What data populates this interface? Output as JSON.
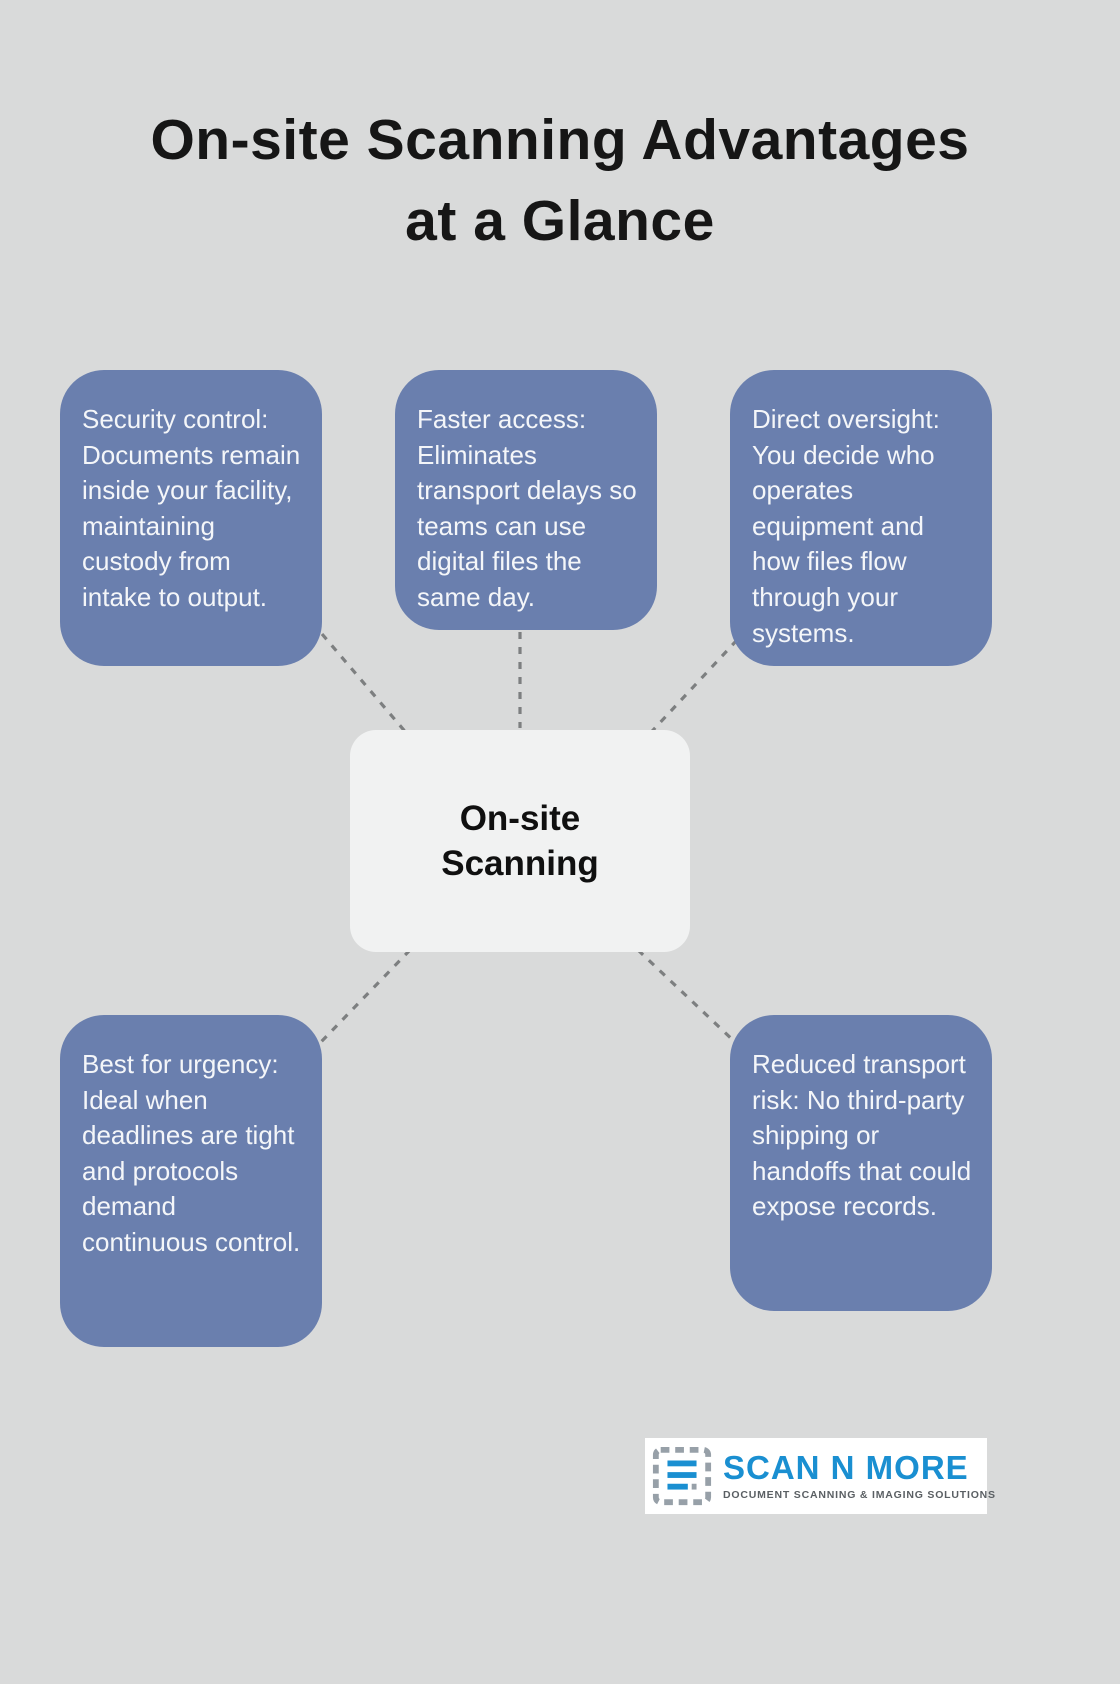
{
  "title": {
    "line1": "On-site Scanning Advantages",
    "line2": "at a Glance"
  },
  "center": {
    "label": "On-site Scanning"
  },
  "nodes": [
    {
      "id": "security-control",
      "text": "Security control: Documents remain inside your facility, maintaining custody from intake to output."
    },
    {
      "id": "faster-access",
      "text": "Faster access: Eliminates transport delays so teams can use digital files the same day."
    },
    {
      "id": "direct-oversight",
      "text": "Direct oversight: You decide who operates equipment and how files flow through your systems."
    },
    {
      "id": "best-for-urgency",
      "text": "Best for urgency: Ideal when deadlines are tight and protocols demand continuous control."
    },
    {
      "id": "reduced-transport-risk",
      "text": "Reduced transport risk: No third-party shipping or handoffs that could expose records."
    }
  ],
  "logo": {
    "name": "SCAN N MORE",
    "tagline": "DOCUMENT SCANNING & IMAGING SOLUTIONS"
  },
  "colors": {
    "background": "#d9dada",
    "node_fill": "#6a7fae",
    "node_text": "#f4f6f9",
    "center_fill": "#f1f2f2",
    "title_text": "#161616",
    "connector": "#7d7f80",
    "logo_blue": "#1a8fd1",
    "logo_tagline": "#5a5f63"
  }
}
